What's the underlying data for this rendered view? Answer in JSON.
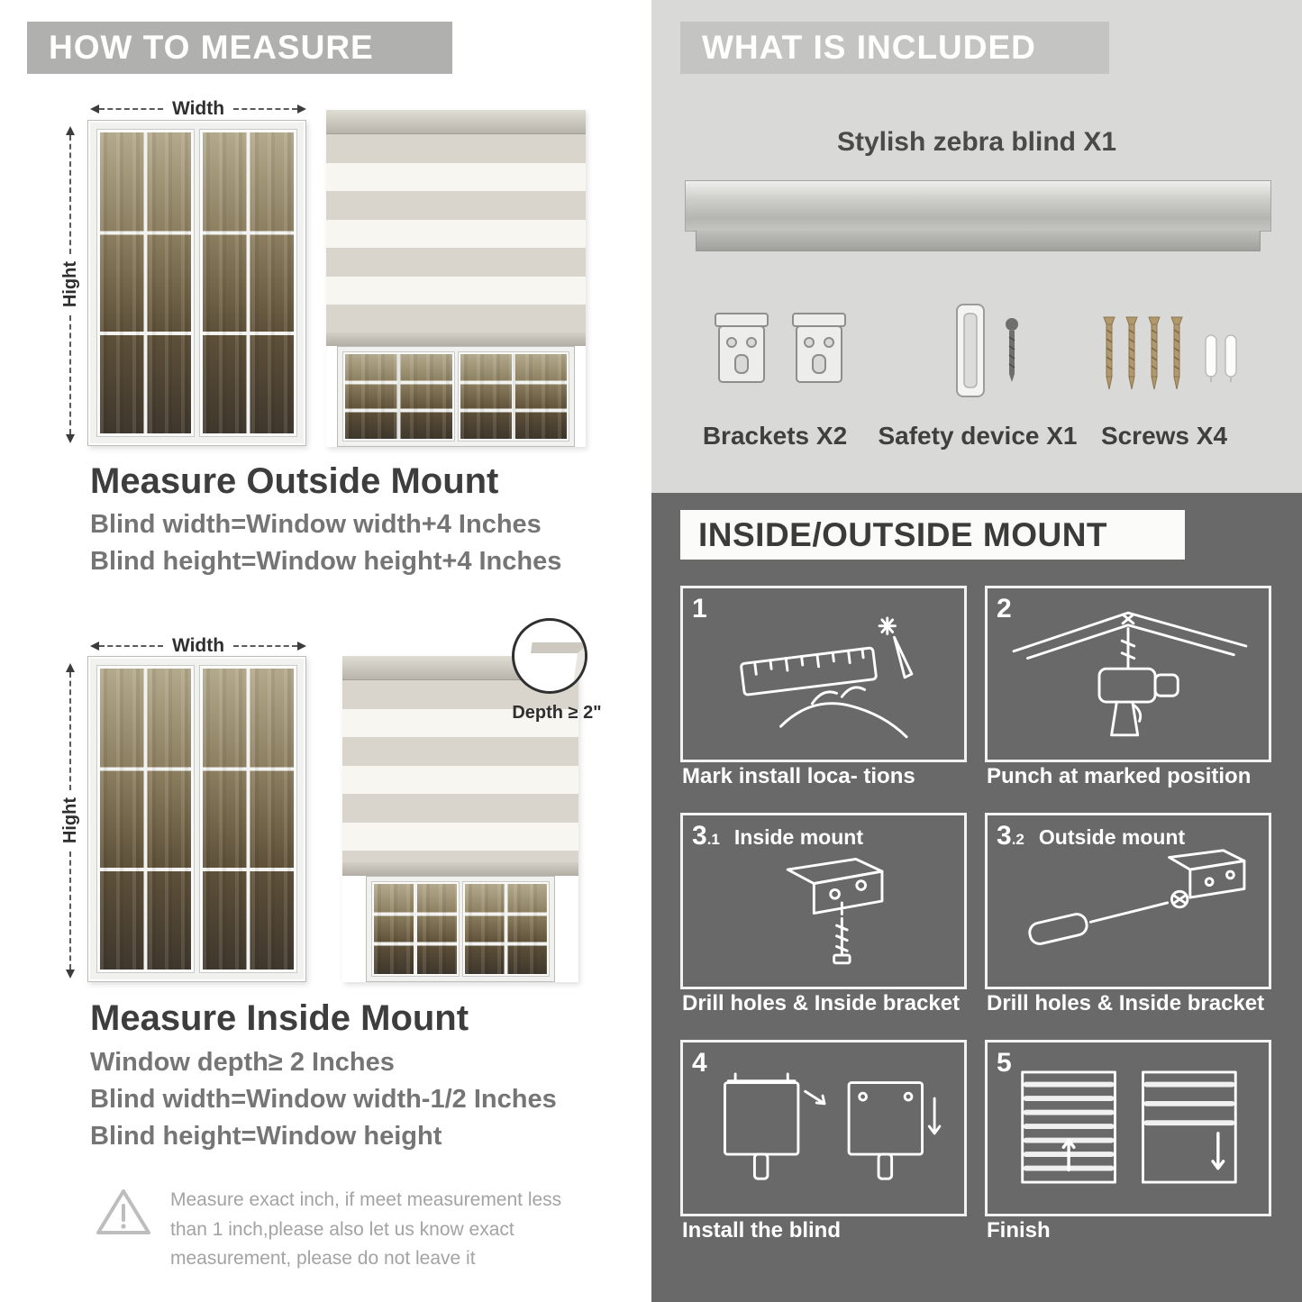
{
  "measure": {
    "header": "HOW TO MEASURE",
    "width_label": "Width",
    "height_label": "Hight",
    "outside": {
      "title": "Measure Outside Mount",
      "line1": "Blind width=Window width+4 Inches",
      "line2": "Blind height=Window height+4 Inches"
    },
    "inside": {
      "depth_callout": "Depth ≥ 2\"",
      "title": "Measure Inside Mount",
      "line1": "Window depth≥ 2 Inches",
      "line2": "Blind width=Window width-1/2 Inches",
      "line3": "Blind height=Window height"
    },
    "note": "Measure exact inch, if meet measurement less than 1 inch,please also let us know exact measurement, please do not leave it"
  },
  "included": {
    "header": "WHAT IS INCLUDED",
    "blind_label": "Stylish zebra blind X1",
    "items": [
      {
        "label": "Brackets X2"
      },
      {
        "label": "Safety device X1"
      },
      {
        "label": "Screws X4"
      }
    ]
  },
  "mount": {
    "header": "INSIDE/OUTSIDE MOUNT",
    "steps": [
      {
        "num": "1",
        "caption": "Mark install loca- tions"
      },
      {
        "num": "2",
        "caption": "Punch at  marked position"
      },
      {
        "num": "3",
        "sub": ".1",
        "label": "Inside mount",
        "caption": "Drill holes &  Inside bracket"
      },
      {
        "num": "3",
        "sub": ".2",
        "label": "Outside mount",
        "caption": "Drill holes &  Inside bracket"
      },
      {
        "num": "4",
        "caption": "Install the blind"
      },
      {
        "num": "5",
        "caption": "Finish"
      }
    ]
  }
}
